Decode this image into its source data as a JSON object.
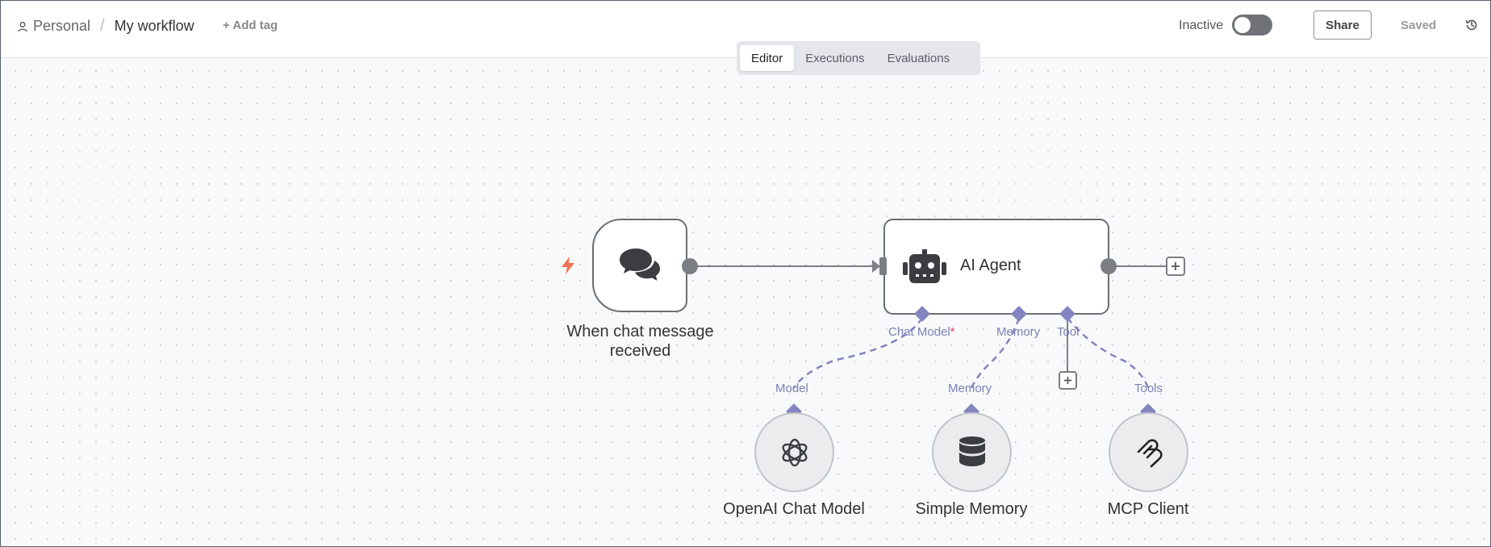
{
  "header": {
    "project_label": "Personal",
    "separator": "/",
    "workflow_name": "My workflow",
    "add_tag_label": "+ Add tag",
    "status_label": "Inactive",
    "share_label": "Share",
    "saved_label": "Saved"
  },
  "tabs": [
    {
      "label": "Editor",
      "active": true
    },
    {
      "label": "Executions",
      "active": false
    },
    {
      "label": "Evaluations",
      "active": false
    }
  ],
  "nodes": {
    "trigger": {
      "label_line1": "When chat message",
      "label_line2": "received",
      "icon": "chat-bubbles-icon"
    },
    "agent": {
      "label": "AI Agent",
      "icon": "robot-icon"
    },
    "openai": {
      "label": "OpenAI Chat Model",
      "icon": "openai-icon"
    },
    "memory": {
      "label": "Simple Memory",
      "icon": "database-icon"
    },
    "mcp": {
      "label": "MCP Client",
      "icon": "mcp-icon"
    }
  },
  "connectors": {
    "chat_model": "Chat Model",
    "required_mark": "*",
    "memory": "Memory",
    "tool": "Tool",
    "model_input": "Model",
    "memory_input": "Memory",
    "tools_input": "Tools"
  },
  "colors": {
    "accent_purple": "#8384c0",
    "trigger_bolt": "#f07156",
    "port_gray": "#7a7d82",
    "edge_gray": "#7d8086"
  }
}
